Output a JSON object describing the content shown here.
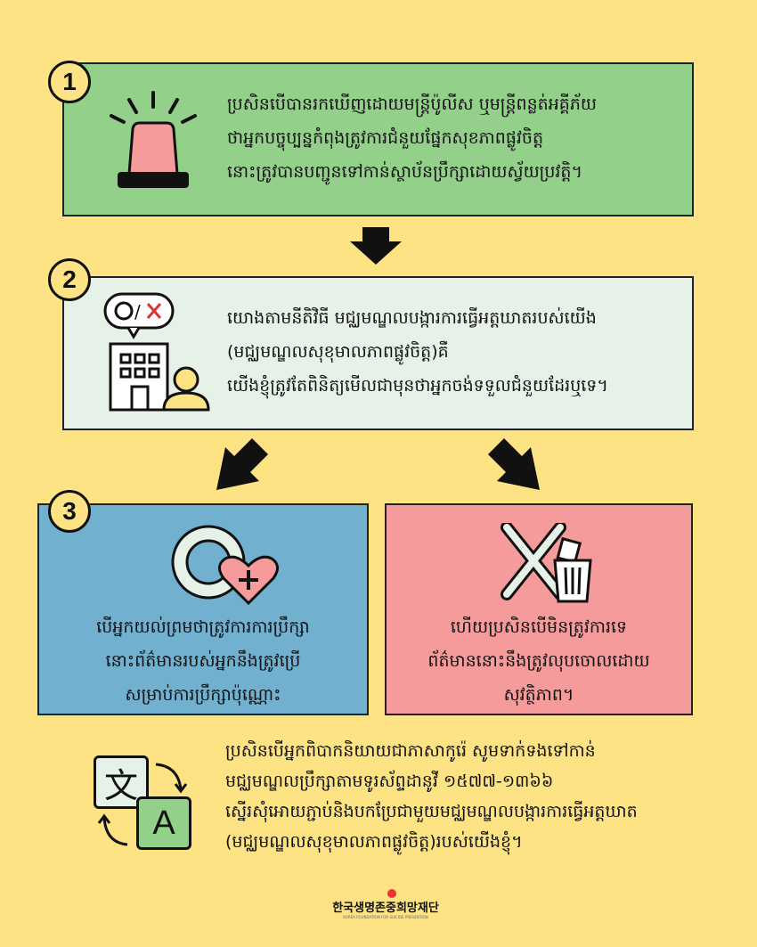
{
  "steps": [
    {
      "number": "1",
      "lines": [
        "ប្រសិនបើបានរកឃើញដោយមន្ត្រីប៉ូលីស ឬមន្ត្រីពន្លត់អគ្គីភ័យ",
        "ថាអ្នកបច្ចុប្បន្នកំពុងត្រូវការជំនួយផ្នែកសុខភាពផ្លូវចិត្ត",
        "នោះត្រូវបានបញ្ជូនទៅកាន់ស្ថាប័នប្រឹក្សាដោយស្វ័យប្រវត្តិ។"
      ]
    },
    {
      "number": "2",
      "lines": [
        "យោងតាមនីតិវិធី មជ្ឈមណ្ឌលបង្ការការធ្វើអត្តឃាតរបស់យើង",
        "(មជ្ឈមណ្ឌលសុខុមាលភាពផ្លូវចិត្ត)គឺ",
        "យើងខ្ញុំត្រូវតែពិនិត្យមើលជាមុនថាអ្នកចង់ទទួលជំនួយដែរឬទេ។"
      ]
    },
    {
      "number": "3",
      "agree_lines": [
        "បើអ្នកយល់ព្រមថាត្រូវការការប្រឹក្សា",
        "នោះព័ត៌មានរបស់អ្នកនឹងត្រូវប្រើ",
        "សម្រាប់ការប្រឹក្សាប៉ុណ្ណោះ"
      ],
      "decline_lines": [
        "ហើយប្រសិនបើមិនត្រូវការទេ",
        "ព័ត៌មាននោះនឹងត្រូវលុបចោលដោយ",
        "សុវត្ថិភាព។"
      ]
    }
  ],
  "note_lines": [
    "ប្រសិនបើអ្នកពិបាកនិយាយជាភាសាកូរ៉េ សូមទាក់ទងទៅកាន់",
    "មជ្ឈមណ្ឌលប្រឹក្សាតាមទូរស័ព្ទដានូវី ១៥៧៧-១៣៦៦",
    "ស្នើរសុំអោយភ្ជាប់និងបកប្រែជាមួយមជ្ឈមណ្ឌលបង្ការការធ្វើអត្តឃាត",
    "(មជ្ឈមណ្ឌលសុខុមាលភាពផ្លូវចិត្ត)របស់យើងខ្ញុំ។"
  ],
  "translate_icon": {
    "source_glyph": "文",
    "target_glyph": "A"
  },
  "footer": {
    "logo_text": "한국생명존중희망재단",
    "logo_subtext": "KOREA FOUNDATION FOR SUICIDE PREVENTION"
  },
  "colors": {
    "background": "#fde384",
    "step1": "#93d08a",
    "step2": "#e6f2e8",
    "agree": "#72b0cf",
    "decline": "#f59b9b"
  }
}
